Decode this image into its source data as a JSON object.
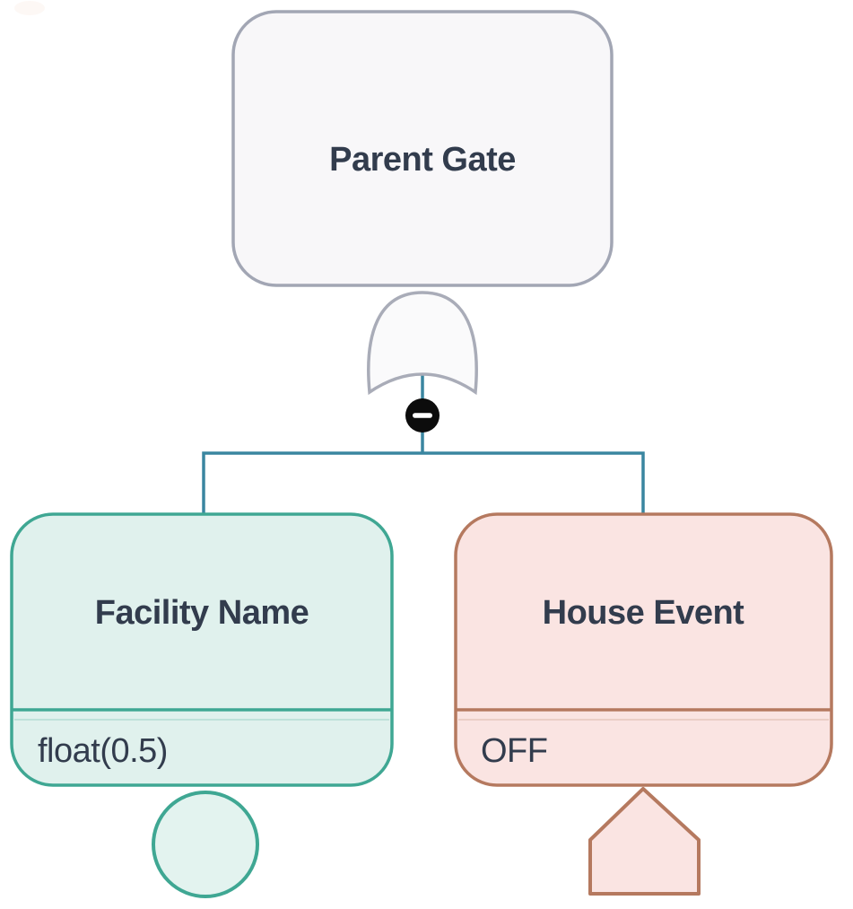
{
  "diagram": {
    "type": "fault-tree",
    "connector_color": "#3a86a0",
    "collapse_button": {
      "glyph": "minus",
      "bg_color": "#0c0c0c",
      "glyph_color": "#ffffff"
    },
    "parent_gate": {
      "label": "Parent Gate",
      "gate_type": "or-gate",
      "border_color": "#a2a6b4",
      "fill_color": "#f8f7f9",
      "gate_border_color": "#a9acb8",
      "gate_fill_color": "#fafafb",
      "text_color": "#323c4d"
    },
    "basic_event": {
      "label": "Facility Name",
      "value": "float(0.5)",
      "symbol": "circle",
      "border_color": "#3fa793",
      "fill_color": "#e0f1ed",
      "symbol_fill_color": "#e3f3ef",
      "text_color": "#323c4d"
    },
    "house_event": {
      "label": "House Event",
      "value": "OFF",
      "symbol": "house",
      "border_color": "#b5795f",
      "fill_color": "#fae4e2",
      "symbol_fill_color": "#fae4e2",
      "text_color": "#323c4d"
    }
  }
}
